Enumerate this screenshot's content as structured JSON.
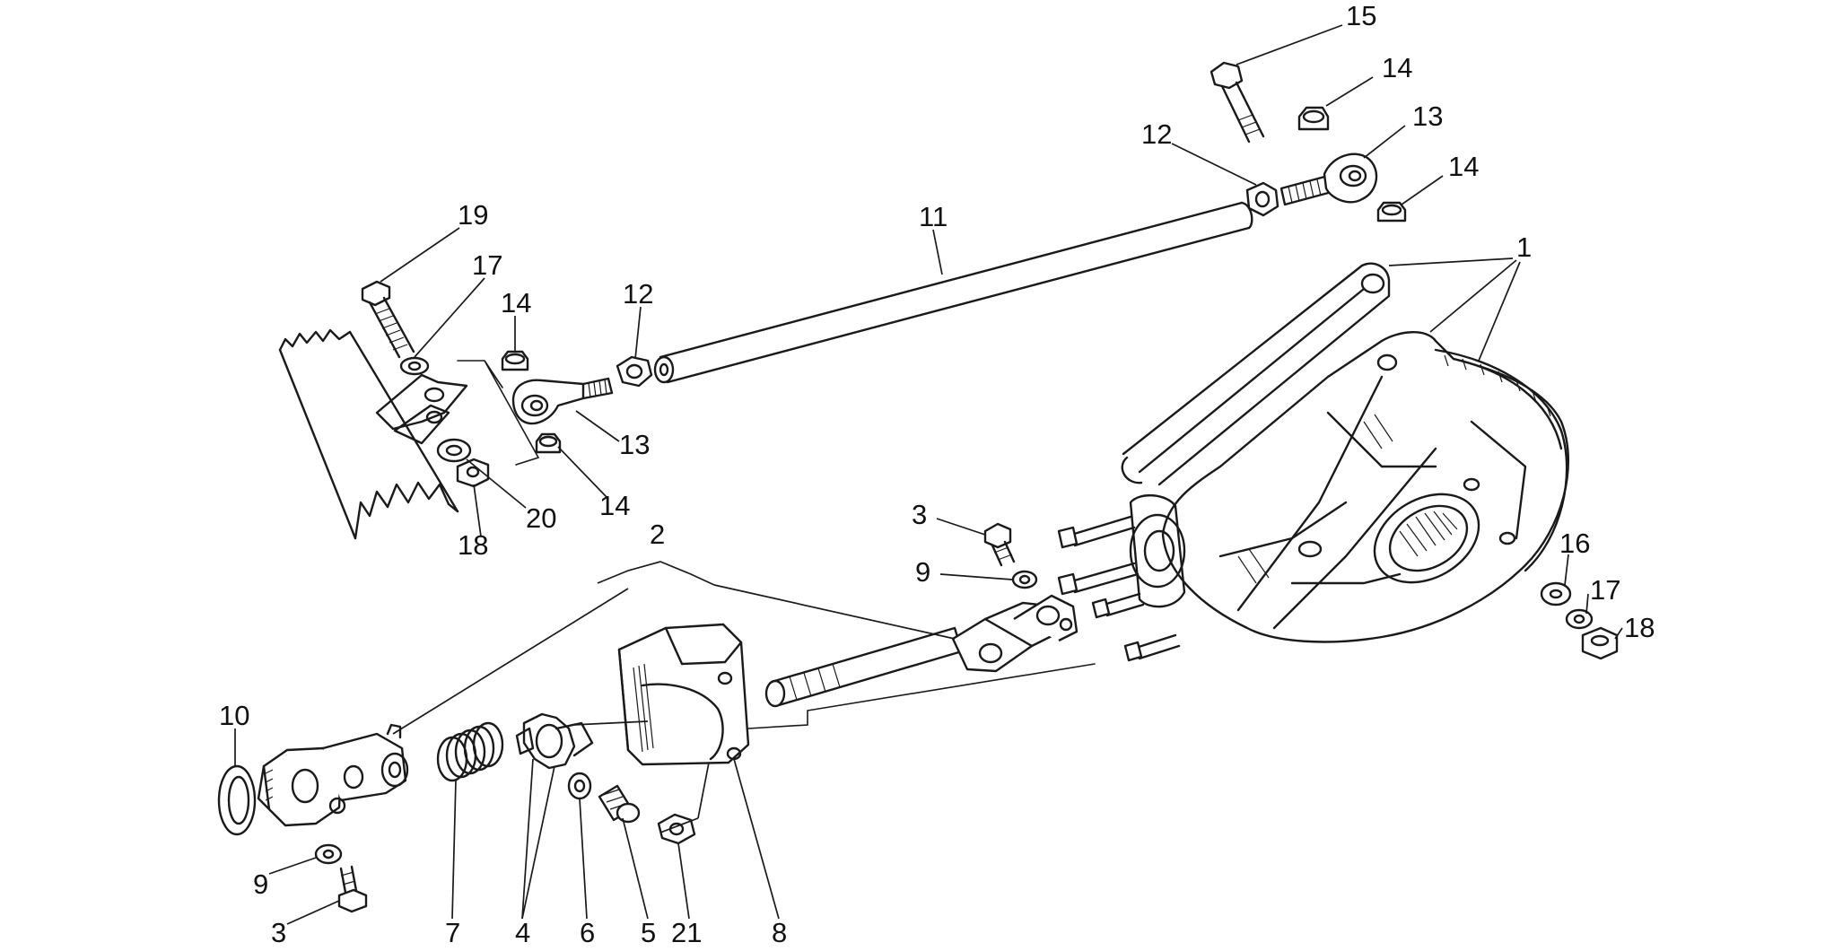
{
  "diagram": {
    "callouts": [
      "15",
      "14",
      "13",
      "14",
      "12",
      "11",
      "1",
      "19",
      "17",
      "14",
      "12",
      "13",
      "14",
      "20",
      "18",
      "3",
      "9",
      "16",
      "17",
      "18",
      "2",
      "10",
      "9",
      "3",
      "7",
      "4",
      "6",
      "5",
      "21",
      "8"
    ]
  }
}
